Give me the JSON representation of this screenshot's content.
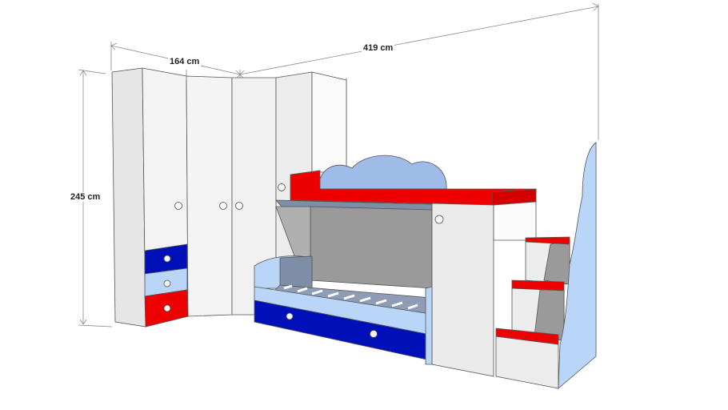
{
  "diagram": {
    "subject": "Children's bedroom furniture set: corner wardrobe with drawers, loft bunk bed with cloud headboard, pull-out trundle bed, and staircase with storage steps",
    "dimensions": {
      "width_wardrobe": "164 cm",
      "width_total": "419 cm",
      "height": "245 cm"
    },
    "components": [
      {
        "name": "corner-wardrobe",
        "label": "Corner wardrobe"
      },
      {
        "name": "wardrobe-drawers",
        "label": "3 drawers (blue, light blue, red)"
      },
      {
        "name": "loft-bed",
        "label": "Upper bed with cloud headboard"
      },
      {
        "name": "trundle-bed",
        "label": "Lower bed with slats and blue drawers"
      },
      {
        "name": "side-cabinet",
        "label": "Cabinet under loft"
      },
      {
        "name": "staircase",
        "label": "Stairs with red treads"
      }
    ],
    "colors": {
      "white": "#f2f2f2",
      "panel_shade": "#e4e4e4",
      "red": "#ee0000",
      "dark_red": "#b80000",
      "blue": "#0010b8",
      "light_blue": "#b9d6f8",
      "cloud_blue": "#9fbbe8",
      "shadow_gray": "#9a9a9a",
      "outline": "#555555"
    }
  }
}
